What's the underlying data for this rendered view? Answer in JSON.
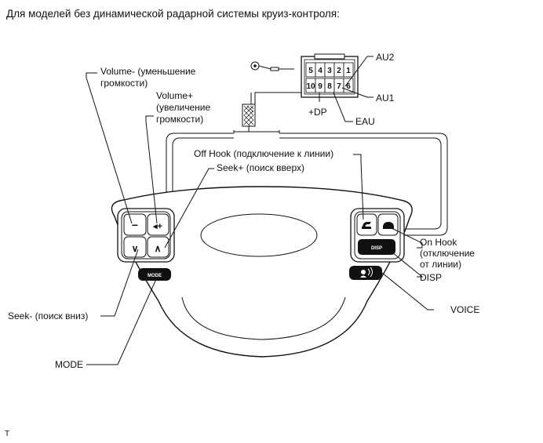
{
  "heading": "Для моделей без динамической радарной системы круиз-контроля:",
  "corner_mark": "T",
  "connector": {
    "pins_top": [
      "5",
      "4",
      "3",
      "2",
      "1"
    ],
    "pins_bottom": [
      "10",
      "9",
      "8",
      "7",
      "6"
    ]
  },
  "labels": {
    "au2": "AU2",
    "au1": "AU1",
    "dp": "+DP",
    "eau": "EAU",
    "volume_minus": [
      "Volume- (уменьшение",
      "громкости)"
    ],
    "volume_plus": [
      "Volume+",
      "(увеличение",
      "громкости)"
    ],
    "off_hook": "Off Hook (подключение к линии)",
    "seek_plus": "Seek+ (поиск вверх)",
    "on_hook": [
      "On Hook",
      "(отключение",
      "от линии)"
    ],
    "disp": "DISP",
    "voice": "VOICE",
    "seek_minus": "Seek- (поиск вниз)",
    "mode": "MODE"
  },
  "buttons": {
    "volume_minus": "−",
    "volume_plus": "◂+",
    "seek_down": "∨",
    "seek_up": "∧",
    "mode": "MODE",
    "disp": "DISP",
    "off_hook": "phone-pickup-icon",
    "on_hook": "phone-hangup-icon",
    "voice": "voice-command-icon"
  }
}
